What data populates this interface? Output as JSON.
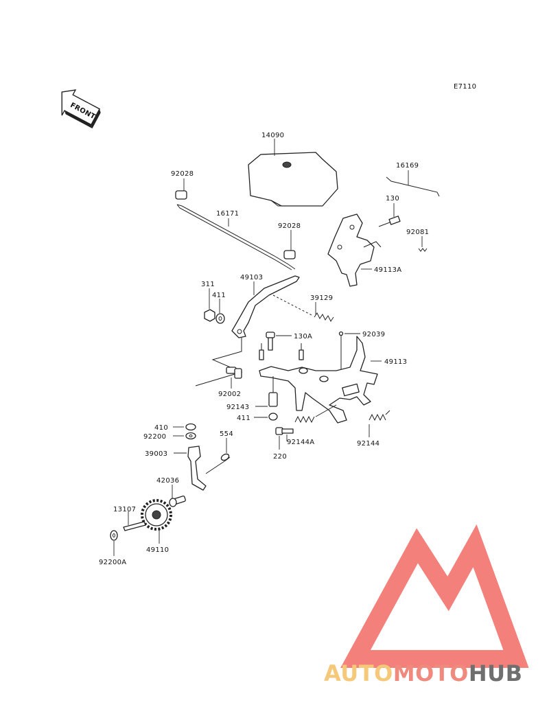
{
  "diagram_code": "E7110",
  "front_label": "FRONT",
  "watermark": {
    "part1": "AUTO",
    "part2": "MOTO",
    "part3": "HUB",
    "color_auto": "#f5c87a",
    "color_moto": "#f08a7f",
    "color_hub": "#6f6f6f",
    "triangle_color": "#f26b63"
  },
  "parts": {
    "p14090": "14090",
    "p92028a": "92028",
    "p16169": "16169",
    "p16171": "16171",
    "p130": "130",
    "p92028b": "92028",
    "p92081": "92081",
    "p49113A": "49113A",
    "p311": "311",
    "p49103": "49103",
    "p411a": "411",
    "p39129": "39129",
    "p130A": "130A",
    "p92039": "92039",
    "p49113": "49113",
    "p92002": "92002",
    "p92143": "92143",
    "p411b": "411",
    "p410": "410",
    "p92200": "92200",
    "p554": "554",
    "p92144A": "92144A",
    "p92144": "92144",
    "p39003": "39003",
    "p220": "220",
    "p42036": "42036",
    "p13107": "13107",
    "p49110": "49110",
    "p92200A": "92200A"
  }
}
